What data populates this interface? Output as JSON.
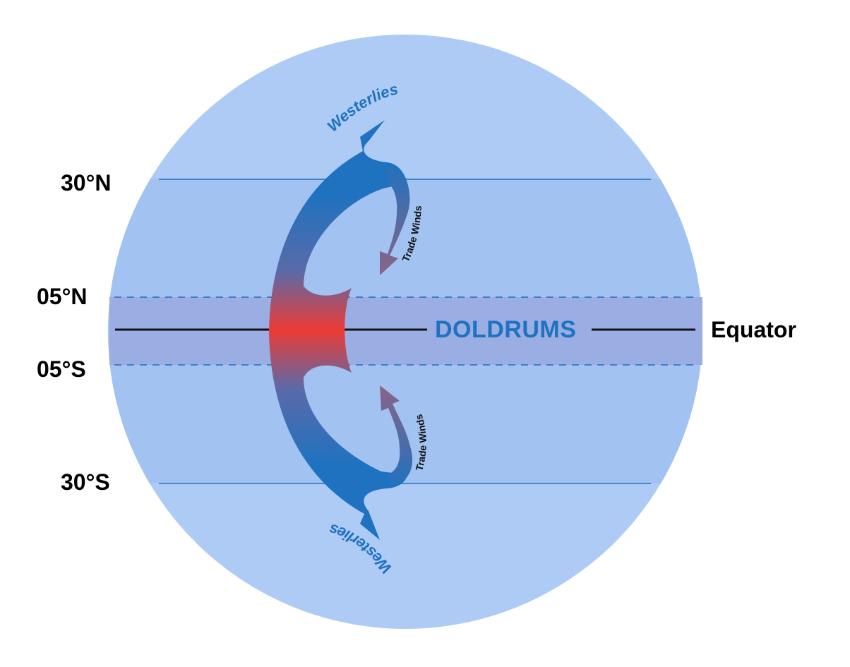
{
  "labels": {
    "lat_30n": "30°N",
    "lat_05n": "05°N",
    "lat_05s": "05°S",
    "lat_30s": "30°S",
    "equator": "Equator",
    "doldrums": "DOLDRUMS",
    "westerlies_north": "Westerlies",
    "westerlies_south": "Westerlies",
    "trade_winds_north": "Trade Winds",
    "trade_winds_south": "Trade Winds"
  },
  "colors": {
    "globe_outer": "#aecbf5",
    "band_30": "#a2c2f1",
    "doldrums_band": "#9aaee4",
    "arrow_blue": "#1f72bf",
    "arrow_red": "#ec3b35",
    "arrow_mauve": "#8a6486",
    "latitude_line": "#1f6fbf",
    "equator_line": "#111111",
    "doldrums_text": "#1f72bf"
  }
}
